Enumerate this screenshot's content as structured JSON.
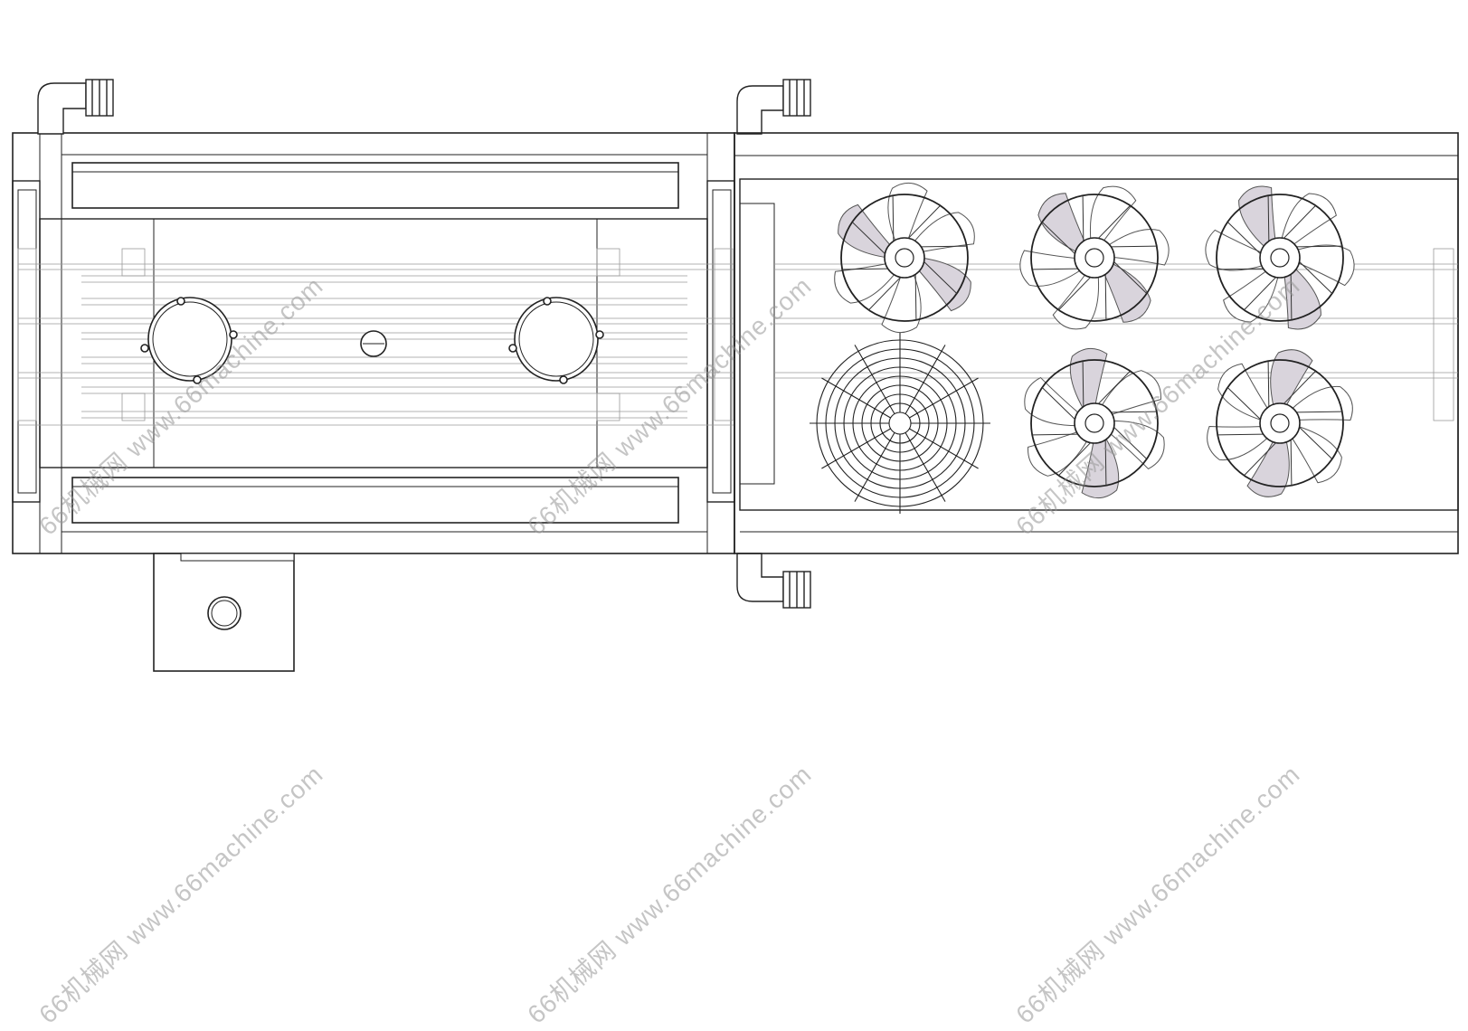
{
  "watermark": {
    "text": "66机械网 www.66machine.com",
    "color": "#9a9a9a"
  },
  "diagram": {
    "description_shown": "",
    "line_color": "#222222",
    "thin_line_color": "#9a9a9a",
    "fan_rows": 2,
    "fan_cols": 3,
    "grille_position": "row-2 col-1"
  }
}
